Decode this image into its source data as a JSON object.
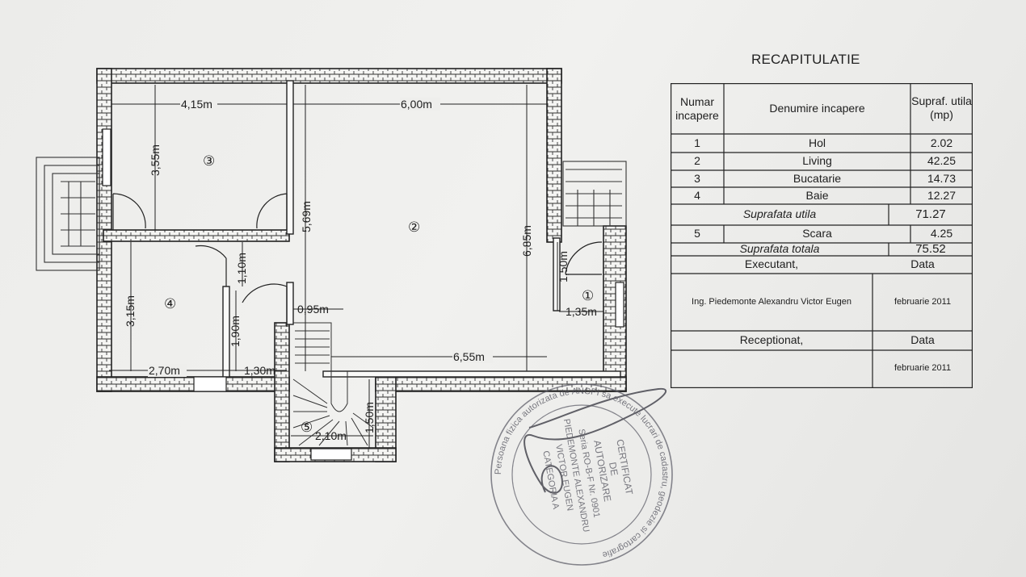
{
  "plan": {
    "dimensions": [
      "4,15m",
      "6,00m",
      "3,55m",
      "5,69m",
      "6,85m",
      "1,10m",
      "3,15m",
      "1,90m",
      "1,50m",
      "1,35m",
      "0,95m",
      "2,70m",
      "1,30m",
      "6,55m",
      "1,50m",
      "2,10m"
    ],
    "room_numbers": [
      "③",
      "②",
      "④",
      "①",
      "⑤"
    ]
  },
  "recap": {
    "title": "RECAPITULATIE",
    "headers": [
      "Numar incapere",
      "Denumire incapere",
      "Supraf. utila (mp)"
    ],
    "rows": [
      {
        "num": "1",
        "name": "Hol",
        "area": "2.02"
      },
      {
        "num": "2",
        "name": "Living",
        "area": "42.25"
      },
      {
        "num": "3",
        "name": "Bucatarie",
        "area": "14.73"
      },
      {
        "num": "4",
        "name": "Baie",
        "area": "12.27"
      }
    ],
    "subtotal": {
      "label": "Suprafata utila",
      "value": "71.27"
    },
    "extra_row": {
      "num": "5",
      "name": "Scara",
      "area": "4.25"
    },
    "total": {
      "label": "Suprafata totala",
      "value": "75.52"
    },
    "executant": {
      "label": "Executant,",
      "date_label": "Data",
      "name": "Ing. Piedemonte Alexandru Victor Eugen",
      "date": "februarie 2011"
    },
    "receptionat": {
      "label": "Receptionat,",
      "date_label": "Data",
      "date": "februarie 2011"
    }
  },
  "stamp": {
    "text": "Persoana fizica autorizata de ANCPI sa execute lucrari de cadastru, geodezie si cartografie",
    "center_lines": [
      "CERTIFICAT",
      "DE",
      "AUTORIZARE",
      "Seria RO-B-F Nr. 0901",
      "PIEDEMONTE ALEXANDRU",
      "VICTOR EUGEN",
      "CATEGORIA A"
    ]
  }
}
